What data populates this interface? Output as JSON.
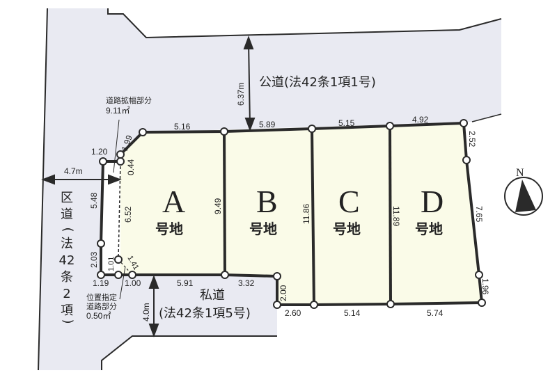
{
  "colors": {
    "road_fill": "#e9eaf2",
    "lot_fill": "#fafbe8",
    "boundary": "#2a2a2a",
    "background": "#ffffff"
  },
  "public_road": {
    "label": "公道(法42条1項1号)",
    "width_label": "6.37m"
  },
  "ward_road": {
    "label_chars": [
      "区",
      "道",
      "(",
      "法",
      "42",
      "条",
      "2",
      "項",
      ")"
    ],
    "label": "区道(法42条2項)",
    "width_label": "4.7m"
  },
  "private_road": {
    "label_line1": "私道",
    "label_line2": "(法42条1項5号)",
    "width_label": "4.0m"
  },
  "road_widening": {
    "line1": "道路拡幅部分",
    "line2": "9.11㎡"
  },
  "designated_road": {
    "line1": "位置指定",
    "line2": "道路部分",
    "line3": "0.50㎡"
  },
  "lots": [
    {
      "letter": "A",
      "sub": "号地"
    },
    {
      "letter": "B",
      "sub": "号地"
    },
    {
      "letter": "C",
      "sub": "号地"
    },
    {
      "letter": "D",
      "sub": "号地"
    }
  ],
  "dimensions": {
    "top_a": "5.16",
    "top_b": "5.89",
    "top_c": "5.15",
    "top_d": "4.92",
    "corner_diag": "1.99",
    "left_step": "1.20",
    "left_step_v": "0.44",
    "left_upper": "5.48",
    "left_dashed": "6.52",
    "left_lower": "2.03",
    "small_v": "1.01",
    "small_diag": "1.41",
    "bottom_left1": "1.19",
    "bottom_left2": "1.00",
    "bottom_a": "5.91",
    "bottom_b": "3.32",
    "step_v": "2.00",
    "bottom_c1": "2.60",
    "bottom_c2": "5.14",
    "bottom_d": "5.74",
    "ab_divider": "9.49",
    "bc_divider": "11.86",
    "cd_divider": "11.89",
    "right_top": "2.52",
    "right_mid": "7.65",
    "right_bottom": "1.96"
  },
  "compass": {
    "label": "N"
  }
}
